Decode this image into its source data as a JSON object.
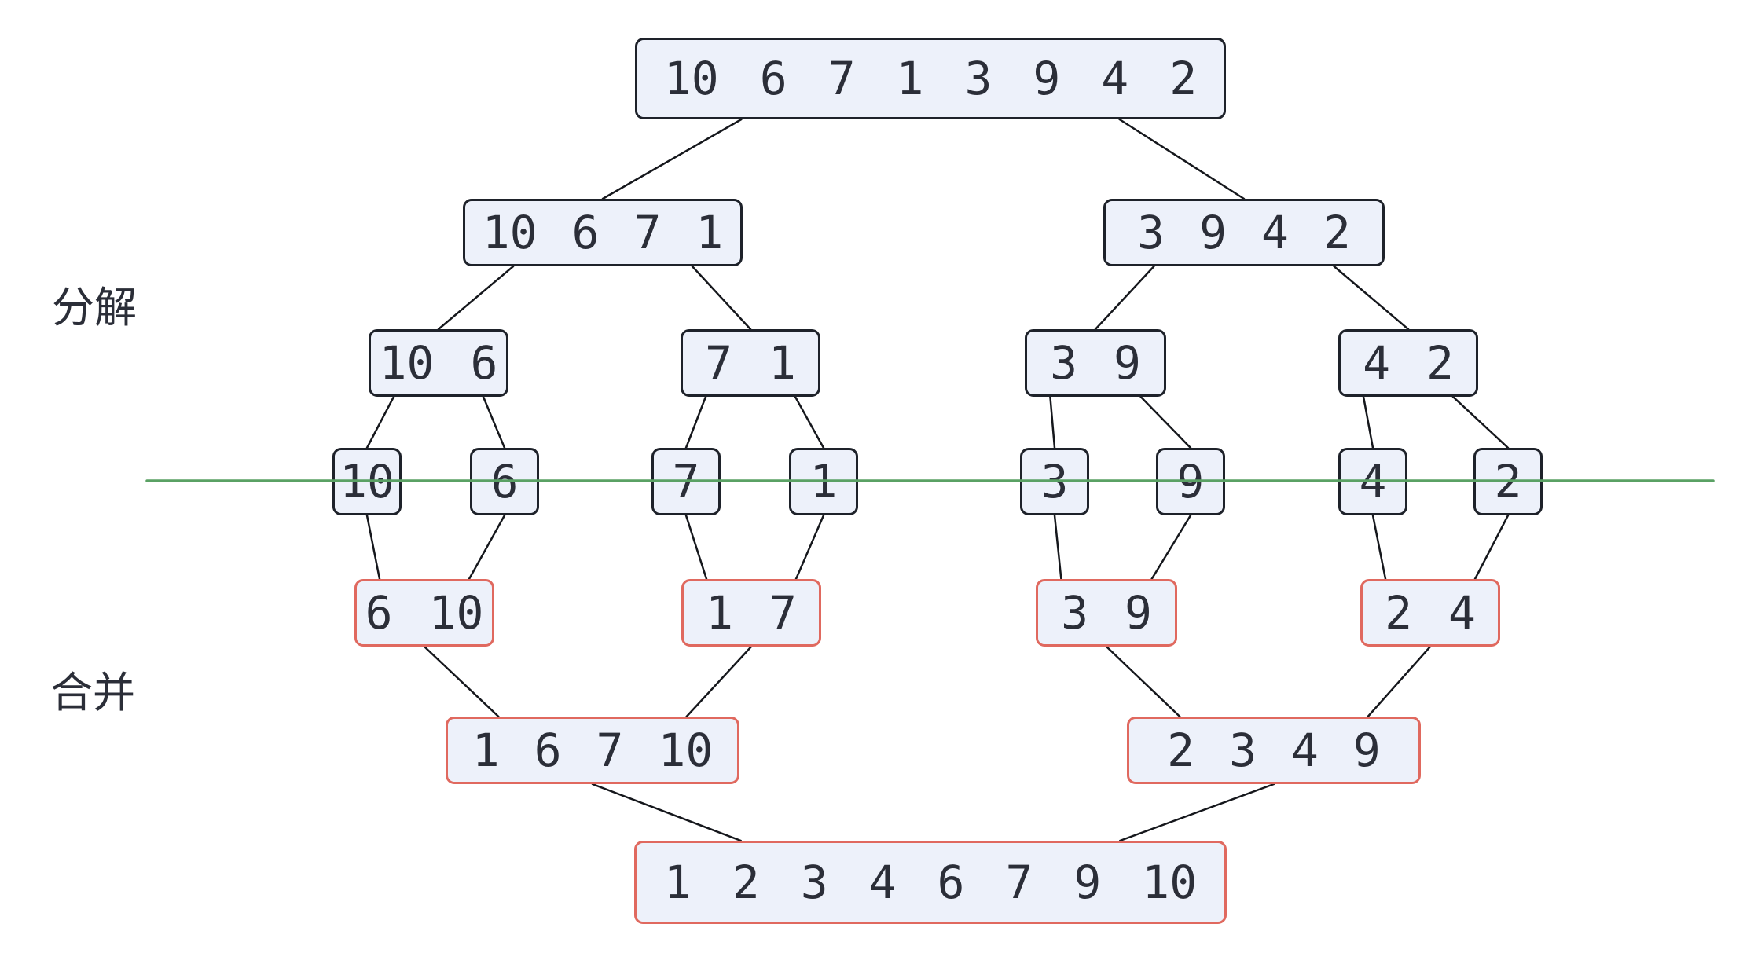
{
  "diagram": {
    "phase_labels": {
      "divide": "分解",
      "merge": "合并"
    }
  },
  "colors": {
    "background": "#ffffff",
    "box_fill": "#edf1fa",
    "divide_border": "#1e222a",
    "merge_border": "#e0695f",
    "digit_text": "#2b2e38",
    "connector": "#15171c",
    "divider_line": "#5aa164"
  },
  "nodes": [
    {
      "id": "root8",
      "phase": "divide",
      "values": [
        "10",
        "6",
        "7",
        "1",
        "3",
        "9",
        "4",
        "2"
      ]
    },
    {
      "id": "d4l",
      "phase": "divide",
      "values": [
        "10",
        "6",
        "7",
        "1"
      ]
    },
    {
      "id": "d4r",
      "phase": "divide",
      "values": [
        "3",
        "9",
        "4",
        "2"
      ]
    },
    {
      "id": "d2a",
      "phase": "divide",
      "values": [
        "10",
        "6"
      ]
    },
    {
      "id": "d2b",
      "phase": "divide",
      "values": [
        "7",
        "1"
      ]
    },
    {
      "id": "d2c",
      "phase": "divide",
      "values": [
        "3",
        "9"
      ]
    },
    {
      "id": "d2d",
      "phase": "divide",
      "values": [
        "4",
        "2"
      ]
    },
    {
      "id": "s10",
      "phase": "divide",
      "values": [
        "10"
      ]
    },
    {
      "id": "s6",
      "phase": "divide",
      "values": [
        "6"
      ]
    },
    {
      "id": "s7",
      "phase": "divide",
      "values": [
        "7"
      ]
    },
    {
      "id": "s1",
      "phase": "divide",
      "values": [
        "1"
      ]
    },
    {
      "id": "s3",
      "phase": "divide",
      "values": [
        "3"
      ]
    },
    {
      "id": "s9",
      "phase": "divide",
      "values": [
        "9"
      ]
    },
    {
      "id": "s4",
      "phase": "divide",
      "values": [
        "4"
      ]
    },
    {
      "id": "s2",
      "phase": "divide",
      "values": [
        "2"
      ]
    },
    {
      "id": "m2a",
      "phase": "merge",
      "values": [
        "6",
        "10"
      ]
    },
    {
      "id": "m2b",
      "phase": "merge",
      "values": [
        "1",
        "7"
      ]
    },
    {
      "id": "m2c",
      "phase": "merge",
      "values": [
        "3",
        "9"
      ]
    },
    {
      "id": "m2d",
      "phase": "merge",
      "values": [
        "2",
        "4"
      ]
    },
    {
      "id": "m4l",
      "phase": "merge",
      "values": [
        "1",
        "6",
        "7",
        "10"
      ]
    },
    {
      "id": "m4r",
      "phase": "merge",
      "values": [
        "2",
        "3",
        "4",
        "9"
      ]
    },
    {
      "id": "m8",
      "phase": "merge",
      "values": [
        "1",
        "2",
        "3",
        "4",
        "6",
        "7",
        "9",
        "10"
      ]
    }
  ],
  "edges": {
    "divide": [
      [
        "root8",
        "d4l"
      ],
      [
        "root8",
        "d4r"
      ],
      [
        "d4l",
        "d2a"
      ],
      [
        "d4l",
        "d2b"
      ],
      [
        "d4r",
        "d2c"
      ],
      [
        "d4r",
        "d2d"
      ],
      [
        "d2a",
        "s10"
      ],
      [
        "d2a",
        "s6"
      ],
      [
        "d2b",
        "s7"
      ],
      [
        "d2b",
        "s1"
      ],
      [
        "d2c",
        "s3"
      ],
      [
        "d2c",
        "s9"
      ],
      [
        "d2d",
        "s4"
      ],
      [
        "d2d",
        "s2"
      ]
    ],
    "merge": [
      [
        "s10",
        "m2a"
      ],
      [
        "s6",
        "m2a"
      ],
      [
        "s7",
        "m2b"
      ],
      [
        "s1",
        "m2b"
      ],
      [
        "s3",
        "m2c"
      ],
      [
        "s9",
        "m2c"
      ],
      [
        "s4",
        "m2d"
      ],
      [
        "s2",
        "m2d"
      ],
      [
        "m2a",
        "m4l"
      ],
      [
        "m2b",
        "m4l"
      ],
      [
        "m2c",
        "m4r"
      ],
      [
        "m2d",
        "m4r"
      ],
      [
        "m4l",
        "m8"
      ],
      [
        "m4r",
        "m8"
      ]
    ]
  }
}
